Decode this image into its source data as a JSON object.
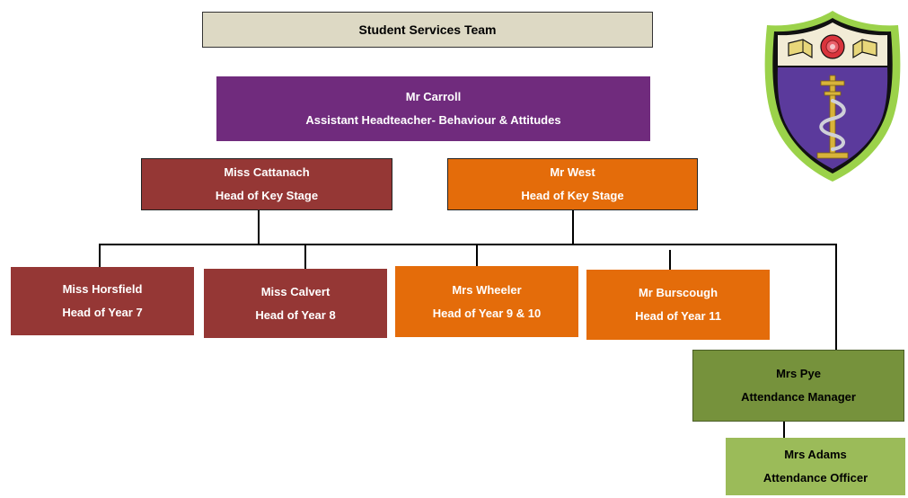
{
  "title": "Student Services Team",
  "nodes": {
    "carroll": {
      "name": "Mr Carroll",
      "role": "Assistant Headteacher- Behaviour & Attitudes"
    },
    "cattanach": {
      "name": "Miss Cattanach",
      "role": "Head of Key Stage"
    },
    "west": {
      "name": "Mr West",
      "role": "Head of Key Stage"
    },
    "horsfield": {
      "name": "Miss Horsfield",
      "role": "Head of Year 7"
    },
    "calvert": {
      "name": "Miss Calvert",
      "role": "Head of Year 8"
    },
    "wheeler": {
      "name": "Mrs Wheeler",
      "role": "Head of Year 9 & 10"
    },
    "burscough": {
      "name": "Mr Burscough",
      "role": "Head of Year 11"
    },
    "pye": {
      "name": "Mrs Pye",
      "role": "Attendance Manager"
    },
    "adams": {
      "name": "Mrs Adams",
      "role": "Attendance Officer"
    }
  },
  "colors": {
    "title_bg": "#ddd9c4",
    "purple": "#702b7d",
    "dark_red": "#953735",
    "orange": "#e46c0a",
    "dark_green": "#76923c",
    "light_green": "#9bbb59"
  },
  "crest_icon": "school-crest-icon"
}
